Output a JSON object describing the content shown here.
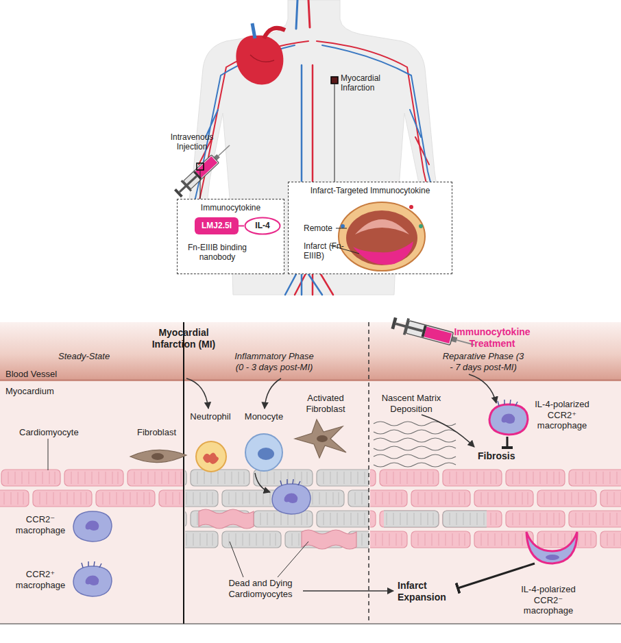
{
  "diagram": {
    "nodes": [
      {
        "text": [
          "Immunocytokine",
          "Fn-EIIIB binding nanobody"
        ]
      },
      {
        "text": [
          "LMJ2.5I"
        ],
        "in": 0
      },
      {
        "text": [
          "IL-4"
        ],
        "in": 0
      },
      {
        "text": [
          "Infarct-Targeted Immunocytokine",
          "Remote",
          "Infarct (Fn-EIIIB)"
        ]
      }
    ],
    "edges": [
      {
        "from": 1,
        "to": 2,
        "arrow": "none"
      }
    ],
    "labels": [
      "Myocardial Infarction",
      "Intravenous Injection",
      "Myocardial Infarction (MI)",
      "Steady-State",
      "Inflammatory Phase (0 - 3 days post-MI)",
      "Immunocytokine Treatment",
      "Reparative Phase (3 - 7 days post-MI)",
      "Blood Vessel",
      "Myocardium",
      "Neutrophil",
      "Monocyte",
      "Activated Fibroblast",
      "Nascent Matrix Deposition",
      "IL-4-polarized CCR2⁺ macrophage",
      "Cardiomyocyte",
      "Fibroblast",
      "Fibrosis",
      "CCR2⁻ macrophage",
      "CCR2⁺ macrophage",
      "Dead and Dying Cardiomyocytes",
      "Infarct Expansion",
      "IL-4-polarized CCR2⁻ macrophage"
    ]
  }
}
